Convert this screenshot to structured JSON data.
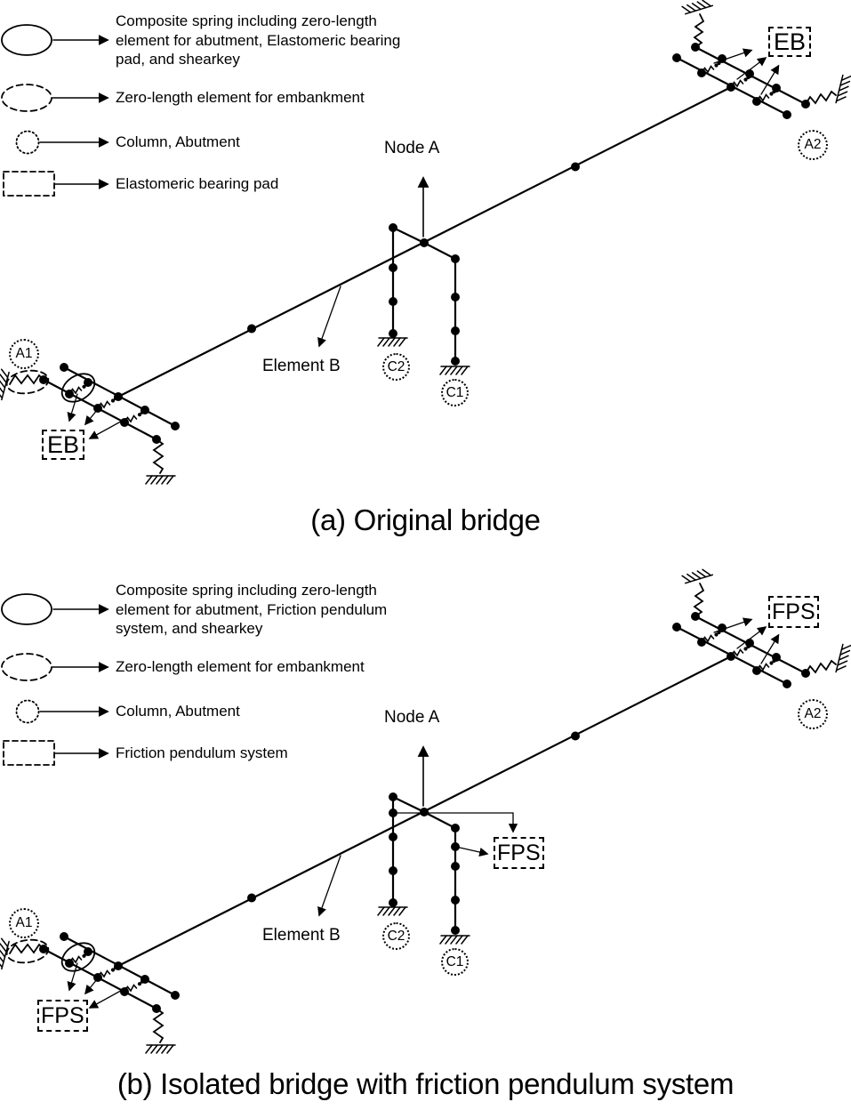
{
  "page_background": "#ffffff",
  "ink_color": "#000000",
  "panel_a": {
    "caption": "(a) Original bridge",
    "legend": [
      {
        "symbol": "solid-ellipse",
        "lines": [
          "Composite spring including zero-length",
          "element for abutment, Elastomeric bearing",
          "pad, and shearkey"
        ]
      },
      {
        "symbol": "dashed-ellipse",
        "lines": [
          "Zero-length element for embankment"
        ]
      },
      {
        "symbol": "dotted-circle",
        "lines": [
          "Column, Abutment"
        ]
      },
      {
        "symbol": "dashed-rectangle",
        "lines": [
          "Elastomeric bearing pad"
        ]
      }
    ],
    "labels": {
      "node_a": "Node A",
      "element_b": "Element B",
      "device": "EB",
      "a1": "A1",
      "a2": "A2",
      "c1": "C1",
      "c2": "C2"
    }
  },
  "panel_b": {
    "caption": "(b) Isolated bridge with friction pendulum system",
    "legend": [
      {
        "symbol": "solid-ellipse",
        "lines": [
          "Composite spring including zero-length",
          "element for abutment, Friction pendulum",
          "system, and shearkey"
        ]
      },
      {
        "symbol": "dashed-ellipse",
        "lines": [
          "Zero-length element for embankment"
        ]
      },
      {
        "symbol": "dotted-circle",
        "lines": [
          "Column, Abutment"
        ]
      },
      {
        "symbol": "dashed-rectangle",
        "lines": [
          "Friction pendulum system"
        ]
      }
    ],
    "labels": {
      "node_a": "Node A",
      "element_b": "Element B",
      "device": "FPS",
      "a1": "A1",
      "a2": "A2",
      "c1": "C1",
      "c2": "C2"
    }
  }
}
